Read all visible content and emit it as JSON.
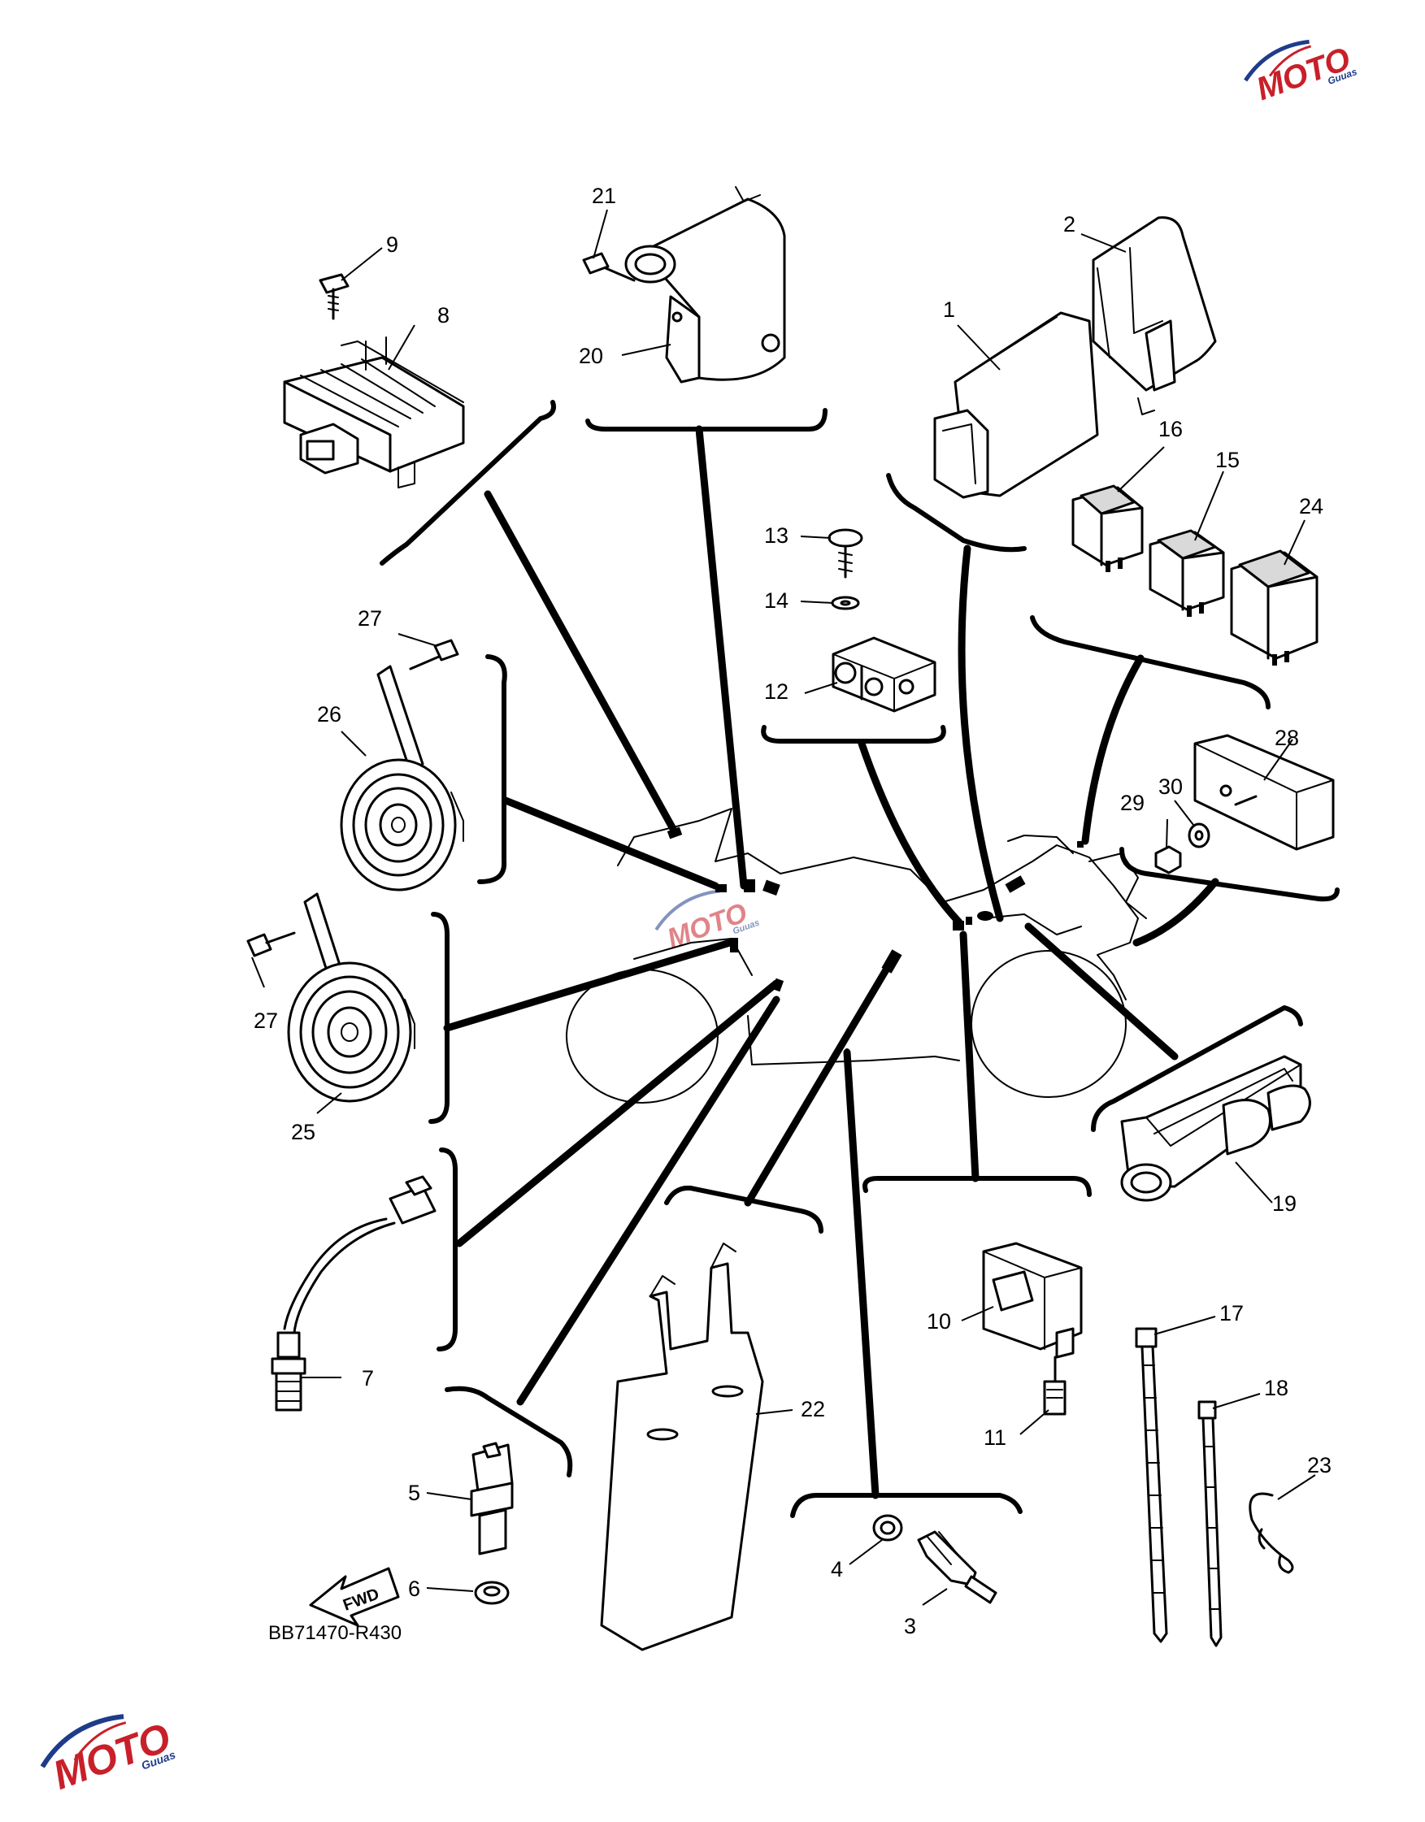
{
  "diagram": {
    "callouts": [
      "1",
      "2",
      "3",
      "4",
      "5",
      "6",
      "7",
      "8",
      "9",
      "10",
      "11",
      "12",
      "13",
      "14",
      "15",
      "16",
      "17",
      "18",
      "19",
      "20",
      "21",
      "22",
      "23",
      "24",
      "25",
      "26",
      "27",
      "28",
      "29",
      "30"
    ],
    "drawing_code": "BB71470-R430",
    "fwd_label": "FWD",
    "watermark": {
      "brand": "MOTO",
      "sub": "Guuas",
      "colors": {
        "primary": "#1f3c8a",
        "accent": "#c8202a"
      }
    }
  }
}
